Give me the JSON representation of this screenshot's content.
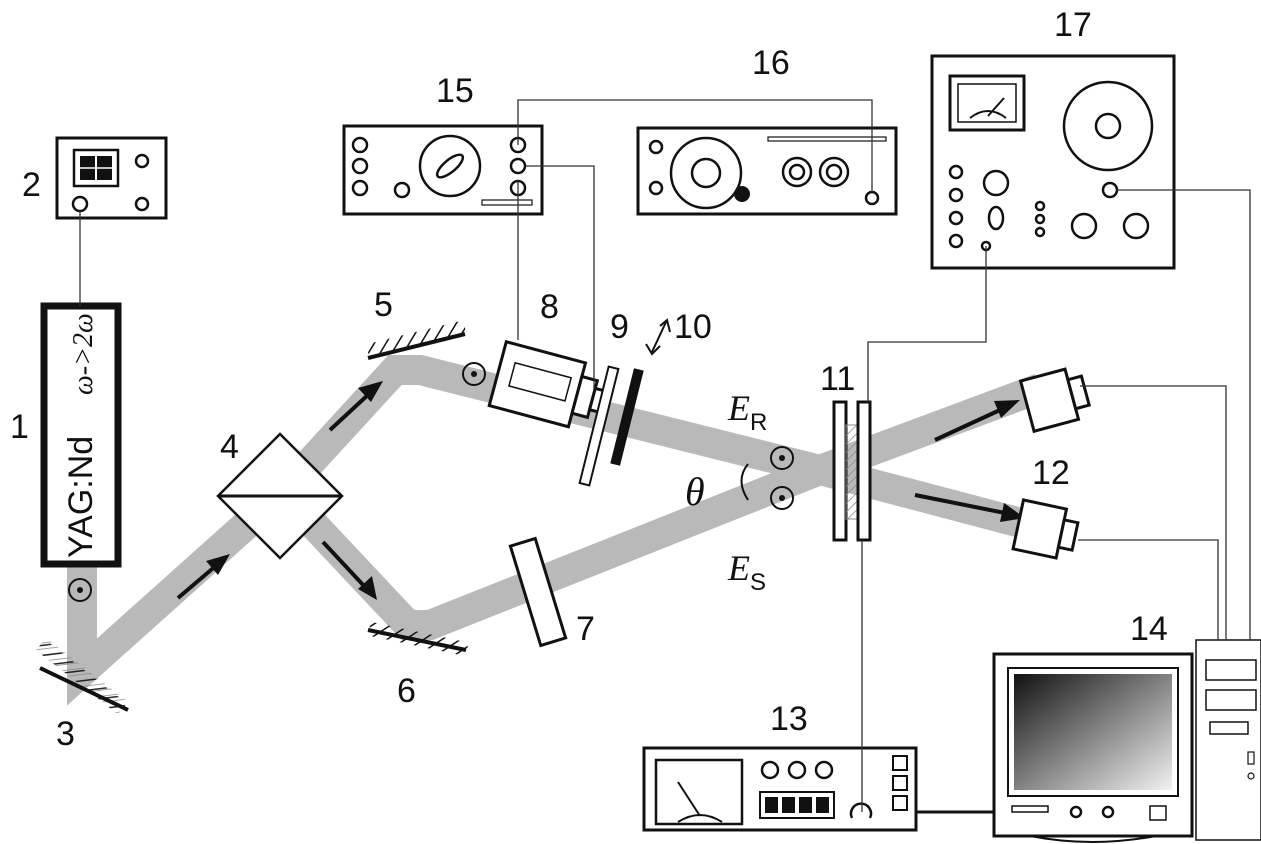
{
  "labels": {
    "n1": "1",
    "n2": "2",
    "n3": "3",
    "n4": "4",
    "n5": "5",
    "n6": "6",
    "n7": "7",
    "n8": "8",
    "n9": "9",
    "n10": "10",
    "n11": "11",
    "n12": "12",
    "n13": "13",
    "n14": "14",
    "n15": "15",
    "n16": "16",
    "n17": "17"
  },
  "laser": {
    "medium": "YAG:Nd",
    "conversion": "ω->2ω"
  },
  "symbols": {
    "angle": "θ",
    "ref_beam": "E",
    "ref_sub": "R",
    "sig_beam": "E",
    "sig_sub": "S"
  },
  "colors": {
    "beam": "#b9b9b9",
    "ink": "#111111"
  }
}
